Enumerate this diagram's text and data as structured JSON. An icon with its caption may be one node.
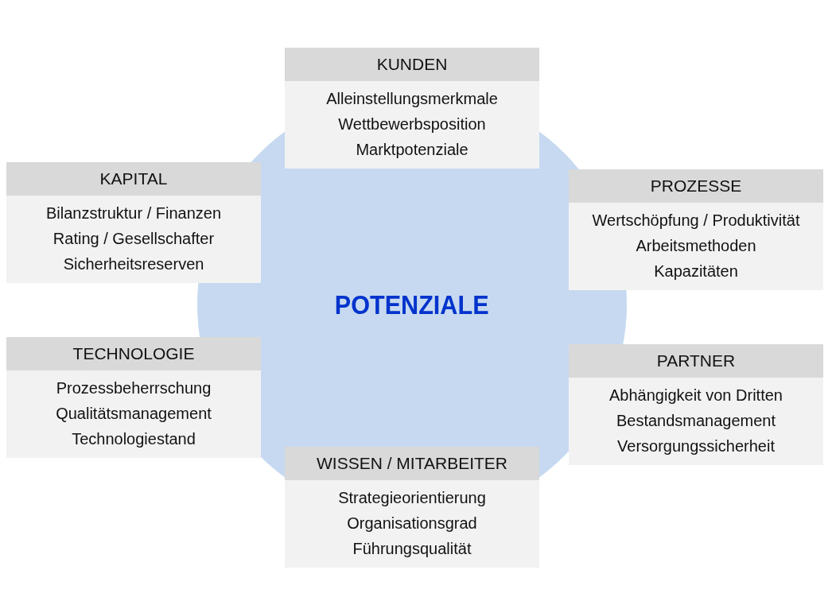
{
  "diagram": {
    "nodes": [
      {
        "text": [
          "POTENZIALE"
        ]
      },
      {
        "text": [
          "KUNDEN",
          "Alleinstellungsmerkmale",
          "Wettbewerbsposition",
          "Marktpotenziale"
        ]
      },
      {
        "text": [
          "KAPITAL",
          "Bilanzstruktur / Finanzen",
          "Rating / Gesellschafter",
          "Sicherheitsreserven"
        ]
      },
      {
        "text": [
          "PROZESSE",
          "Wertschöpfung / Produktivität",
          "Arbeitsmethoden",
          "Kapazitäten"
        ]
      },
      {
        "text": [
          "TECHNOLOGIE",
          "Prozessbeherrschung",
          "Qualitätsmanagement",
          "Technologiestand"
        ]
      },
      {
        "text": [
          "PARTNER",
          "Abhängigkeit von Dritten",
          "Bestandsmanagement",
          "Versorgungssicherheit"
        ]
      },
      {
        "text": [
          "WISSEN / MITARBEITER",
          "Strategieorientierung",
          "Organisationsgrad",
          "Führungsqualität"
        ]
      }
    ]
  }
}
